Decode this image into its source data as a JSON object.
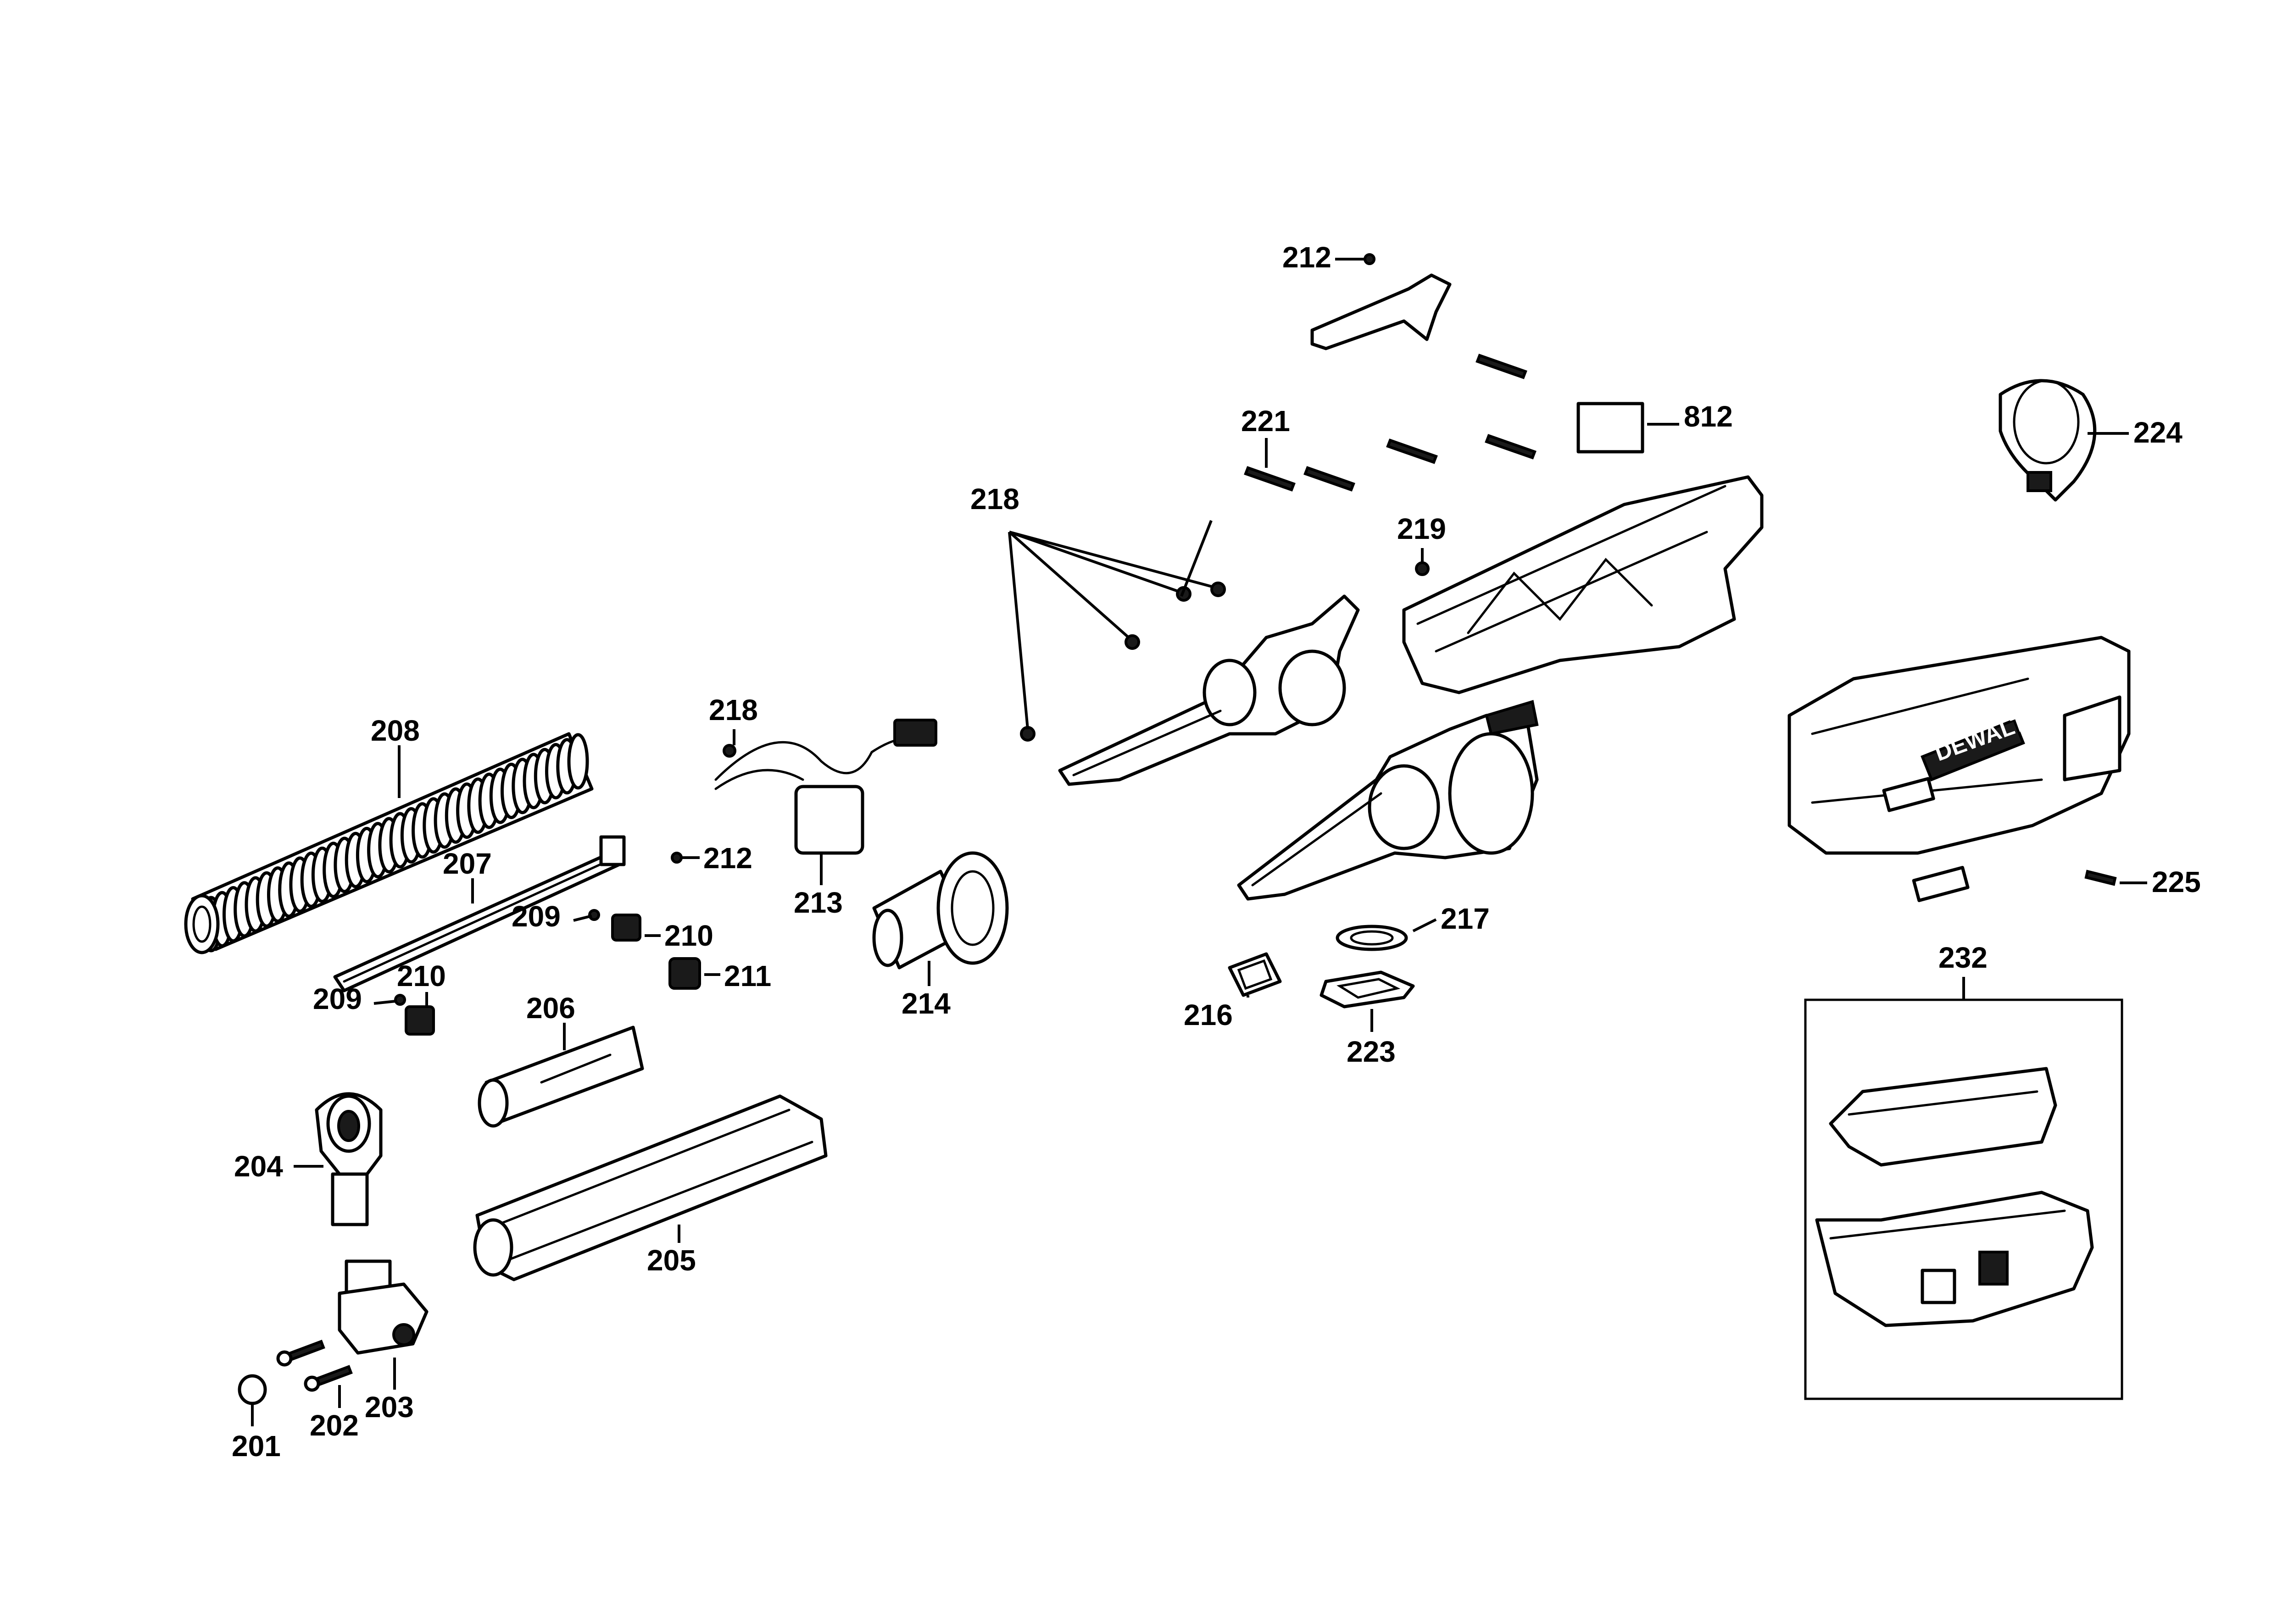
{
  "callouts": {
    "c201": "201",
    "c202": "202",
    "c203": "203",
    "c204": "204",
    "c205": "205",
    "c206": "206",
    "c207": "207",
    "c208": "208",
    "c209a": "209",
    "c209b": "209",
    "c210a": "210",
    "c210b": "210",
    "c211": "211",
    "c212a": "212",
    "c212b": "212",
    "c213": "213",
    "c214": "214",
    "c216": "216",
    "c217": "217",
    "c218a": "218",
    "c218b": "218",
    "c219": "219",
    "c221": "221",
    "c223": "223",
    "c224": "224",
    "c225": "225",
    "c232": "232",
    "c812": "812"
  },
  "brand_label": "DEWALT",
  "colors": {
    "line": "#000000",
    "background": "#ffffff"
  }
}
